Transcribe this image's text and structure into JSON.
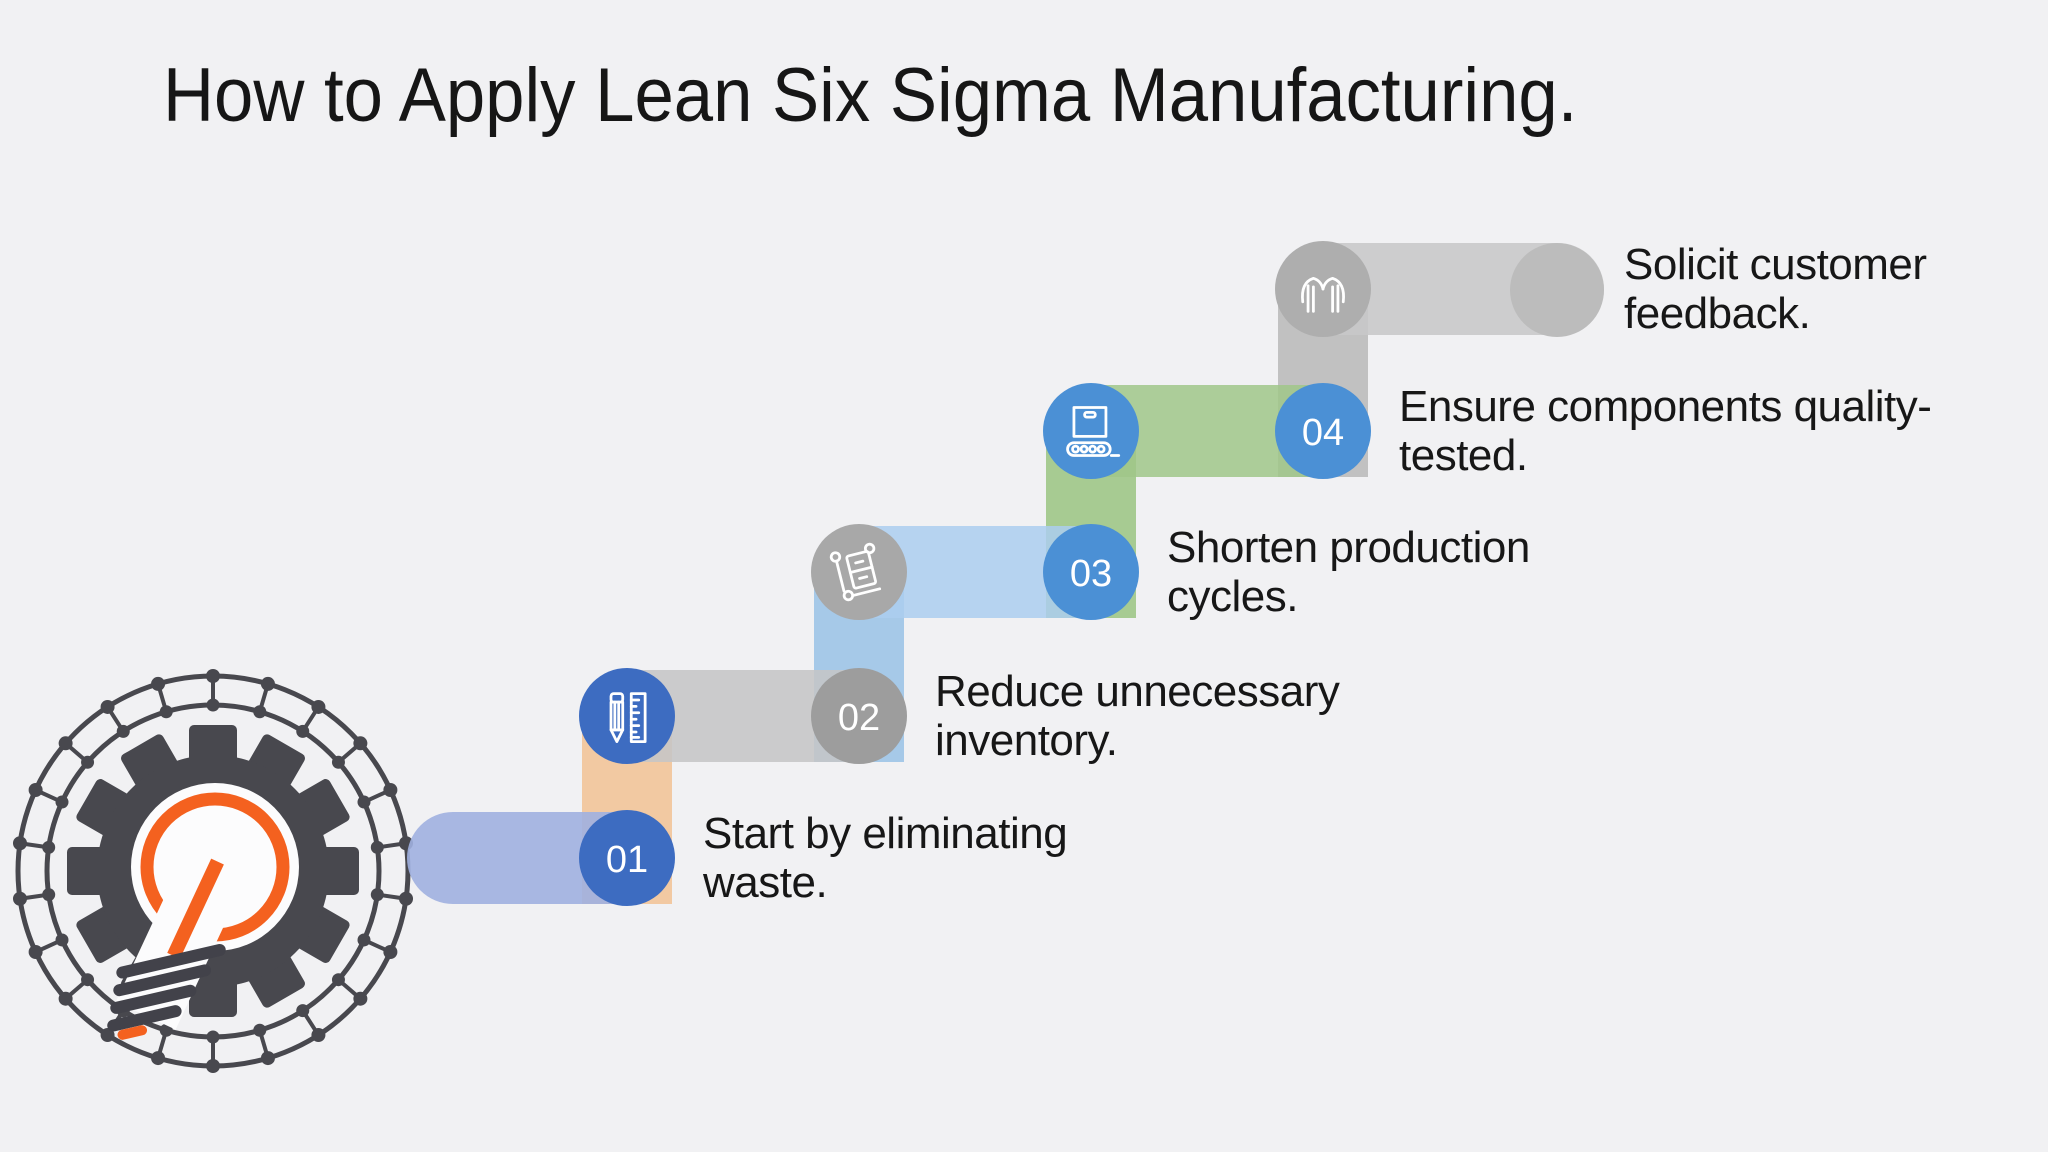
{
  "title": "How to Apply Lean Six Sigma Manufacturing.",
  "steps": [
    {
      "number": "01",
      "line1": "Start by eliminating",
      "line2": "waste."
    },
    {
      "number": "02",
      "line1": "Reduce unnecessary",
      "line2": "inventory."
    },
    {
      "number": "03",
      "line1": "Shorten production",
      "line2": "cycles."
    },
    {
      "number": "04",
      "line1": "Ensure components quality-",
      "line2": "tested."
    },
    {
      "number": "",
      "line1": "Solicit customer",
      "line2": "feedback."
    }
  ],
  "icons": {
    "step2": "pencil-and-ruler-icon",
    "step3": "hand-truck-icon",
    "step4": "conveyor-box-icon",
    "step5": "people-handshake-icon",
    "logo": "gear-lightbulb-logo"
  },
  "colors": {
    "background": "#f1f1f3",
    "title_text": "#161616",
    "label_text": "#171717",
    "blue_dark_circle": "#3d6cc1",
    "blue_medium_circle": "#4b90d5",
    "gray_circle": "#9d9d9d",
    "end_circle": "#bcbcbc",
    "pill_lavender": "#a0b0e0",
    "pill_gray": "#c5c5c6",
    "pill_light_blue": "#abceee",
    "pill_green": "#a0c788",
    "band_orange": "#f2c9a2",
    "band_blue": "#a6c9e8",
    "band_green": "#a7cb92",
    "band_gray": "#c1c1c1",
    "logo_dark": "#48484e",
    "logo_orange": "#f4611f",
    "number_text": "#ffffff"
  }
}
